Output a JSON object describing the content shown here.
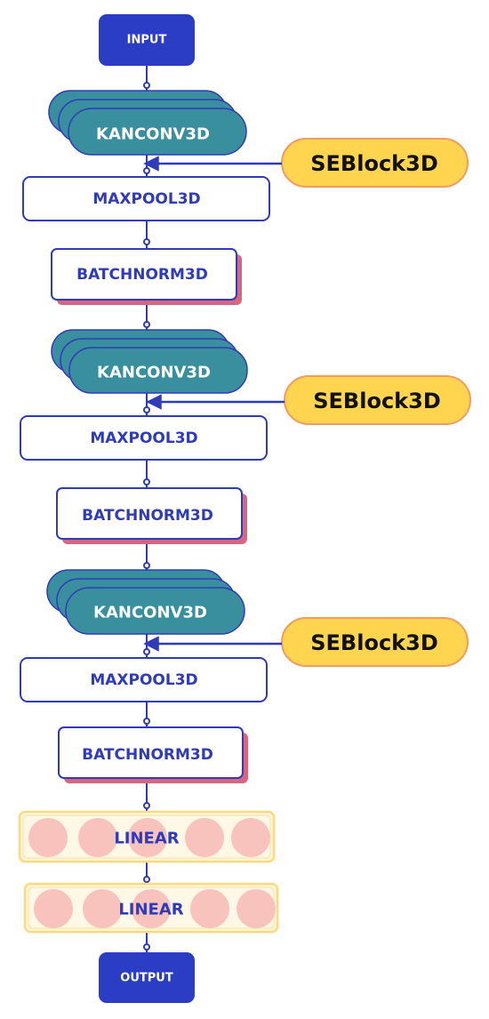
{
  "diagram": {
    "input_label": "INPUT",
    "output_label": "OUTPUT",
    "stages": [
      {
        "conv_label": "KANCONV3D",
        "pool_label": "MAXPOOL3D",
        "norm_label": "BATCHNORM3D",
        "attention_label": "SEBlock3D"
      },
      {
        "conv_label": "KANCONV3D",
        "pool_label": "MAXPOOL3D",
        "norm_label": "BATCHNORM3D",
        "attention_label": "SEBlock3D"
      },
      {
        "conv_label": "KANCONV3D",
        "pool_label": "MAXPOOL3D",
        "norm_label": "BATCHNORM3D",
        "attention_label": "SEBlock3D"
      }
    ],
    "linear_layers": [
      {
        "label": "LINEAR"
      },
      {
        "label": "LINEAR"
      }
    ]
  },
  "colors": {
    "io_fill": "#2b3dc4",
    "line": "#2f3bb8",
    "conv_fill": "#3a8f9f",
    "norm_accent": "#d9667e",
    "se_fill": "#ffd54f",
    "se_border": "#f39a5f",
    "linear_border": "#ffd97a",
    "neuron_fill": "#f9c3bd"
  }
}
